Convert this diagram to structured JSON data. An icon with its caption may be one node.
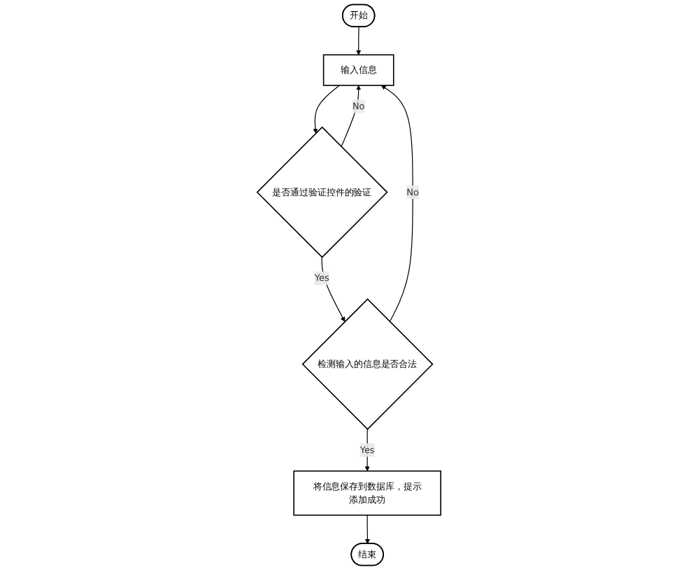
{
  "diagram": {
    "nodes": [
      {
        "text": [
          "开始"
        ]
      },
      {
        "text": [
          "输入信息"
        ]
      },
      {
        "text": [
          "是否通过验证控件的验证"
        ]
      },
      {
        "text": [
          "检测输入的信息是否合法"
        ]
      },
      {
        "text": [
          "将信息保存到数据库，提示添加成功"
        ]
      },
      {
        "text": [
          "结束"
        ]
      }
    ],
    "edges": [
      {
        "from": 0,
        "to": 1,
        "arrow": "to"
      },
      {
        "from": 1,
        "to": 2,
        "arrow": "to"
      },
      {
        "from": 2,
        "to": 3,
        "arrow": "to",
        "label": "Yes"
      },
      {
        "from": 3,
        "to": 4,
        "arrow": "to",
        "label": "Yes"
      },
      {
        "from": 4,
        "to": 5,
        "arrow": "to"
      },
      {
        "from": 2,
        "to": 1,
        "arrow": "to",
        "label": "No"
      },
      {
        "from": 3,
        "to": 1,
        "arrow": "to",
        "label": "No"
      }
    ]
  }
}
